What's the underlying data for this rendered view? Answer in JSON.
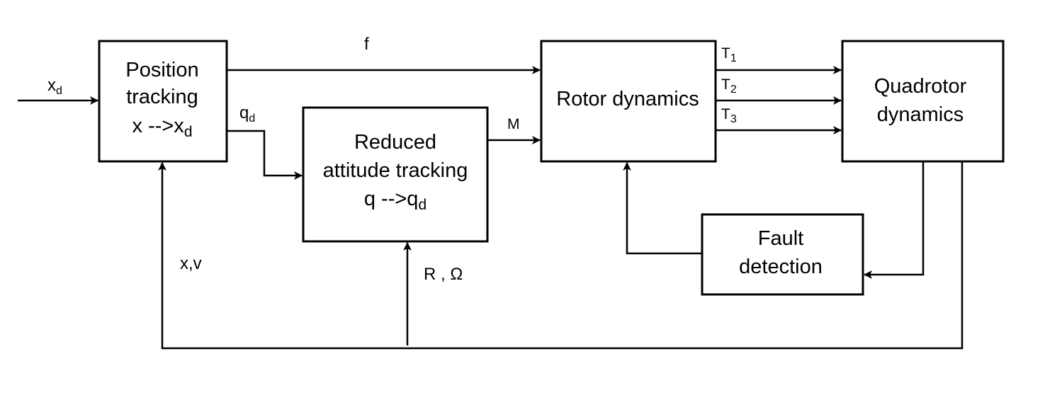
{
  "blocks": {
    "position": {
      "line1": "Position",
      "line2": "tracking",
      "line3_main": "x -->x",
      "line3_sub": "d"
    },
    "attitude": {
      "line1": "Reduced",
      "line2": "attitude tracking",
      "line3_main": "q -->q",
      "line3_sub": "d"
    },
    "rotor": {
      "line1": "Rotor dynamics"
    },
    "quadrotor": {
      "line1": "Quadrotor",
      "line2": "dynamics"
    },
    "fault": {
      "line1": "Fault",
      "line2": "detection"
    }
  },
  "signals": {
    "xd": {
      "main": "x",
      "sub": "d"
    },
    "f": "f",
    "qd": {
      "main": "q",
      "sub": "d"
    },
    "M": "M",
    "T1": {
      "main": "T",
      "sub": "1"
    },
    "T2": {
      "main": "T",
      "sub": "2"
    },
    "T3": {
      "main": "T",
      "sub": "3"
    },
    "xv": "x,v",
    "R_omega": "R , Ω"
  }
}
